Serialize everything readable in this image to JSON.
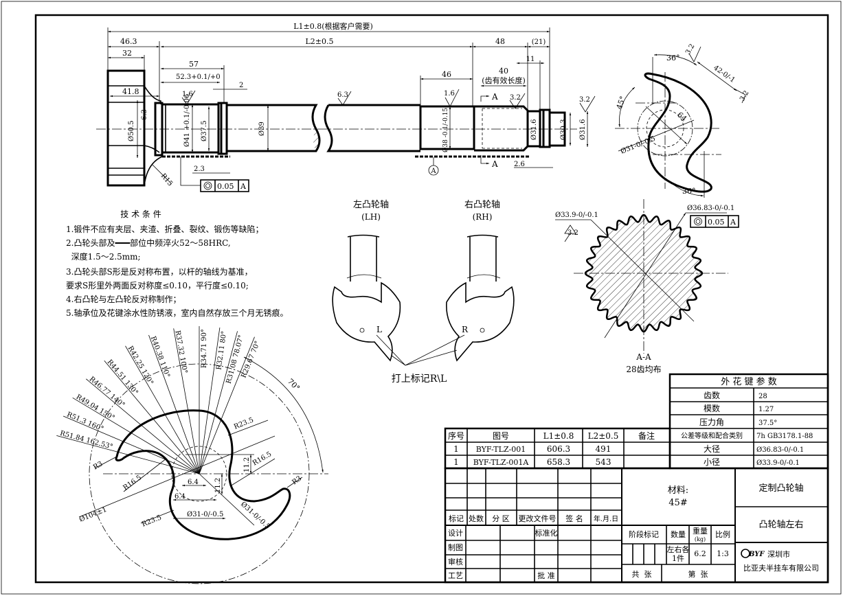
{
  "shaft": {
    "l1": "L1±0.8(根据客户需要)",
    "l2": "L2±0.5",
    "d46_3": "46.3",
    "d32": "32",
    "d57": "57",
    "d52_3": "52.3+0.1/+0",
    "d2": "2",
    "d41_8": "41.8",
    "d48": "48",
    "d21": "(21)",
    "d11": "11",
    "d46": "46",
    "d40": "40",
    "d40_note": "(齿有效长度)",
    "rough_1_6a": "1.6",
    "rough_6_3a": "6.3",
    "rough_6_3b": "6.3",
    "rough_1_6b": "1.6",
    "rough_3_2a": "3.2",
    "rough_3_2b": "3.2",
    "dia_50_5": "Ø50.5",
    "dia_41": "Ø41 +0.1/-0.06",
    "dia_37_5": "Ø37.5",
    "dia_39": "Ø39",
    "dia_38": "Ø38 -0.1/-0.15",
    "dia_31_6a": "Ø31.6",
    "dia_30_3": "Ø30.3",
    "dia_31_6b": "Ø31.6",
    "r15": "R15",
    "d2_3": "2.3",
    "d2_6": "2.6",
    "section_a": "A",
    "datum": "A",
    "tol_value": "0.05",
    "tol_datum": "A"
  },
  "tech": {
    "title": "技 术 条 件",
    "lines": [
      "1.锻件不应有夹层、夹渣、折叠、裂纹、锻伤等缺陷；",
      "2.凸轮头部及━━━部位中频淬火52～58HRC,",
      "  深度1.5～2.5mm;",
      "3.凸轮头部S形是反对称布置，以杆的轴线为基准，",
      "要求S形里外两面反对称度≤0.10，平行度≤0.10;",
      "4.右凸轮与左凸轮反对称制作；",
      "5.轴承位及花键涂水性防锈液，室内自然存放三个月无锈痕。"
    ]
  },
  "sketch": {
    "left_title": "左凸轮轴",
    "left_sub": "(LH)",
    "left_mark": "L",
    "right_title": "右凸轮轴",
    "right_sub": "(RH)",
    "right_mark": "R",
    "note": "打上标记R\\L"
  },
  "end_view": {
    "a36_top": "36°",
    "a36_bottom": "36°",
    "a45": "45°",
    "d42": "42-0/-1",
    "d64": "64",
    "dia31": "Ø31-0/-0.5",
    "rough_a": "3.2",
    "rough_b": "3.2"
  },
  "spline_section": {
    "minor_dia": "Ø33.9-0/-0.1",
    "major_dia": "Ø36.83-0/-0.1",
    "rough": "3.2",
    "tol_value": "0.05",
    "tol_datum": "A",
    "label": "A-A",
    "teeth_note": "28齿均布",
    "teeth_count": 28
  },
  "cam_profile": {
    "radii": [
      "R51.84 162.53°",
      "R51.3 160°",
      "R49.04 150°",
      "R46.77 140°",
      "R44.51 130°",
      "R42.25 120°",
      "R40.38 110°",
      "R37.32 100°",
      "R34.71 90°",
      "R32.11 80°",
      "R31.08 78.07°",
      "R29.67 70°"
    ],
    "a70": "70°",
    "r23_5a": "R23.5",
    "r23_5b": "R23.5",
    "r16_5a": "R16.5",
    "r16_5b": "R16.5",
    "r3a": "R3",
    "r3b": "R3",
    "d11_2a": "11.2",
    "d11_2b": "11.2",
    "d6_4a": "6.4",
    "d6_4b": "6.4",
    "dia104": "Ø104±1",
    "dia31a": "Ø31-0/-0.5",
    "dia31b": "Ø31-0/-0.5"
  },
  "spline_params": {
    "title": "外 花 键 参 数",
    "rows": [
      {
        "label": "齿数",
        "value": "28"
      },
      {
        "label": "模数",
        "value": "1.27"
      },
      {
        "label": "压力角",
        "value": "37.5°"
      },
      {
        "label": "公差等级和配合类别",
        "value": "7h GB3178.1-88"
      },
      {
        "label": "大径",
        "value": "Ø36.83-0/-0.1"
      },
      {
        "label": "小径",
        "value": "Ø33.9-0/-0.1"
      }
    ]
  },
  "parts_table": {
    "headers": [
      "序号",
      "图号",
      "L1±0.8",
      "L2±0.5",
      "备注"
    ],
    "rows": [
      [
        "1",
        "BYF-TLZ-001",
        "606.3",
        "491",
        ""
      ],
      [
        "1",
        "BYF-TLZ-001A",
        "658.3",
        "543",
        ""
      ]
    ]
  },
  "title_block": {
    "rev_headers": [
      "标记",
      "处数",
      "分 区",
      "更改文件号",
      "签 名",
      "年.月.日"
    ],
    "sign_labels": [
      "设计",
      "制图",
      "审核",
      "工艺"
    ],
    "standardize": "标准化",
    "approve": "批 准",
    "material_label": "材料:",
    "material_value": "45#",
    "stage_mark": "阶段标记",
    "qty": "数量",
    "weight": "重量",
    "weight_unit": "(kg)",
    "scale": "比例",
    "qty_value1": "左右各",
    "qty_value2": "1件",
    "weight_value": "6.2",
    "scale_value": "1:3",
    "sheets_total": "共  张",
    "sheet_no": "第  张",
    "name1": "定制凸轮轴",
    "name2": "凸轮轴左右",
    "logo": "BYF",
    "company1": "深圳市",
    "company2": "比亚夫半挂车有限公司"
  }
}
